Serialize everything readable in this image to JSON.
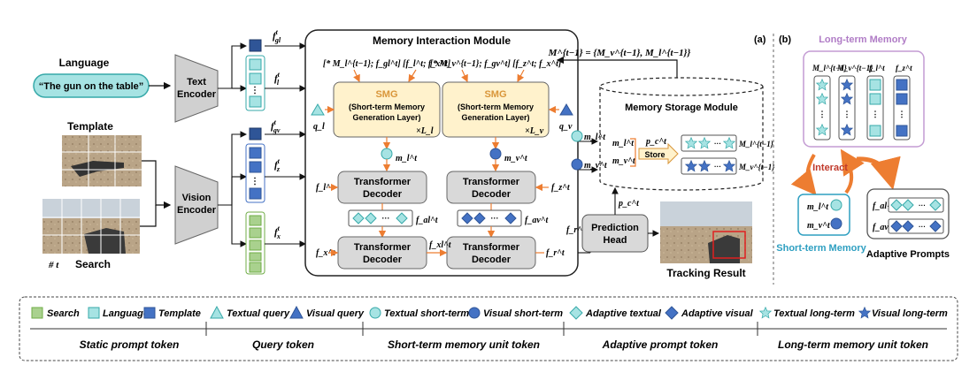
{
  "colors": {
    "green": "#a9d18e",
    "cyan": "#a6e3e3",
    "blue": "#4472c4",
    "teal": "#37a9a9",
    "orange": "#ed7d31",
    "smg_title": "#d9963a",
    "smg_fill": "#fff2cc",
    "decoder_fill": "#d9d9d9",
    "long_term_border": "#c39bd3",
    "long_term_text": "#b07cc6",
    "short_term_text": "#2e9fc1",
    "interact_red": "#c0392b"
  },
  "left": {
    "language_title": "Language",
    "language_text": "“The gun on the table”",
    "text_encoder": [
      "Text",
      "Encoder"
    ],
    "template_title": "Template",
    "search_title": "Search",
    "search_index": "# t",
    "vision_encoder": [
      "Vision",
      "Encoder"
    ],
    "f_gl": "f^t_gl",
    "f_l": "f^t_l",
    "f_gv": "f^t_gv",
    "f_z": "f^t_z",
    "f_x": "f^t_x"
  },
  "mim": {
    "title": "Memory Interaction Module",
    "smg_left_input": "[* M_l^{t−1}; f_gl^t] [f_l^t; f_x^t]",
    "smg_right_input": "[* M_v^{t−1}; f_gv^t] [f_z^t; f_x^t]",
    "smg_title": "SMG",
    "smg_sub1": "(Short-term Memory",
    "smg_sub2": "Generation Layer)",
    "smg_left_rep": "×L_l",
    "smg_right_rep": "×L_v",
    "q_l": "q_l",
    "q_v": "q_v",
    "m_l": "m_l^t",
    "m_v": "m_v^t",
    "decoder": [
      "Transformer",
      "Decoder"
    ],
    "f_l": "f_l^t",
    "f_z": "f_z^t",
    "f_x": "f_x^t",
    "f_al": "f_al^t",
    "f_av": "f_av^t",
    "f_xl": "f_xl^t",
    "f_r": "f_r^t"
  },
  "memory_eq": "M^{t−1} = {M_v^{t−1}, M_l^{t−1}}",
  "storage": {
    "title": "Memory Storage Module",
    "m_l": "m_l^t",
    "m_v": "m_v^t",
    "p_c": "p_c^t",
    "store": "Store",
    "M_l": "M_l^{t−1}",
    "M_v": "M_v^{t−1}"
  },
  "prediction": {
    "head": [
      "Prediction",
      "Head"
    ],
    "f_r": "f_r^t",
    "p_c": "p_c^t",
    "result": "Tracking Result"
  },
  "panel_labels": {
    "a": "(a)",
    "b": "(b)"
  },
  "right": {
    "long_term_title": "Long-term Memory",
    "col_labels": [
      "M_l^{t−1}",
      "M_v^{t−1}",
      "f_l^t",
      "f_z^t"
    ],
    "interact": "Interact",
    "m_l": "m_l^t",
    "m_v": "m_v^t",
    "short_term_title": "Short-term Memory",
    "f_al": "f_al^t",
    "f_av": "f_av^t",
    "adaptive_title": "Adaptive Prompts"
  },
  "legend": {
    "items": [
      {
        "icon": "green-square-icon",
        "label": "Search"
      },
      {
        "icon": "cyan-square-icon",
        "label": "Language"
      },
      {
        "icon": "blue-square-icon",
        "label": "Template"
      },
      {
        "icon": "cyan-triangle-icon",
        "label": "Textual query"
      },
      {
        "icon": "blue-triangle-icon",
        "label": "Visual query"
      },
      {
        "icon": "cyan-circle-icon",
        "label": "Textual short-term"
      },
      {
        "icon": "blue-circle-icon",
        "label": "Visual short-term"
      },
      {
        "icon": "cyan-diamond-icon",
        "label": "Adaptive textual"
      },
      {
        "icon": "blue-diamond-icon",
        "label": "Adaptive visual"
      },
      {
        "icon": "cyan-star-icon",
        "label": "Textual long-term"
      },
      {
        "icon": "blue-star-icon",
        "label": "Visual long-term"
      }
    ],
    "groups": [
      "Static prompt token",
      "Query token",
      "Short-term memory unit token",
      "Adaptive prompt token",
      "Long-term memory unit token"
    ]
  }
}
